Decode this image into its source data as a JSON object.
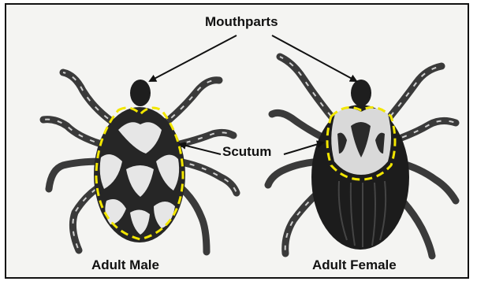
{
  "labels": {
    "mouthparts": "Mouthparts",
    "scutum": "Scutum",
    "adult_male": "Adult Male",
    "adult_female": "Adult Female"
  },
  "colors": {
    "background": "#f4f4f2",
    "tick_body": "#2a2a2a",
    "tick_pattern": "#e8e8e8",
    "outline_dash": "#f2e600",
    "arrow": "#111111"
  }
}
